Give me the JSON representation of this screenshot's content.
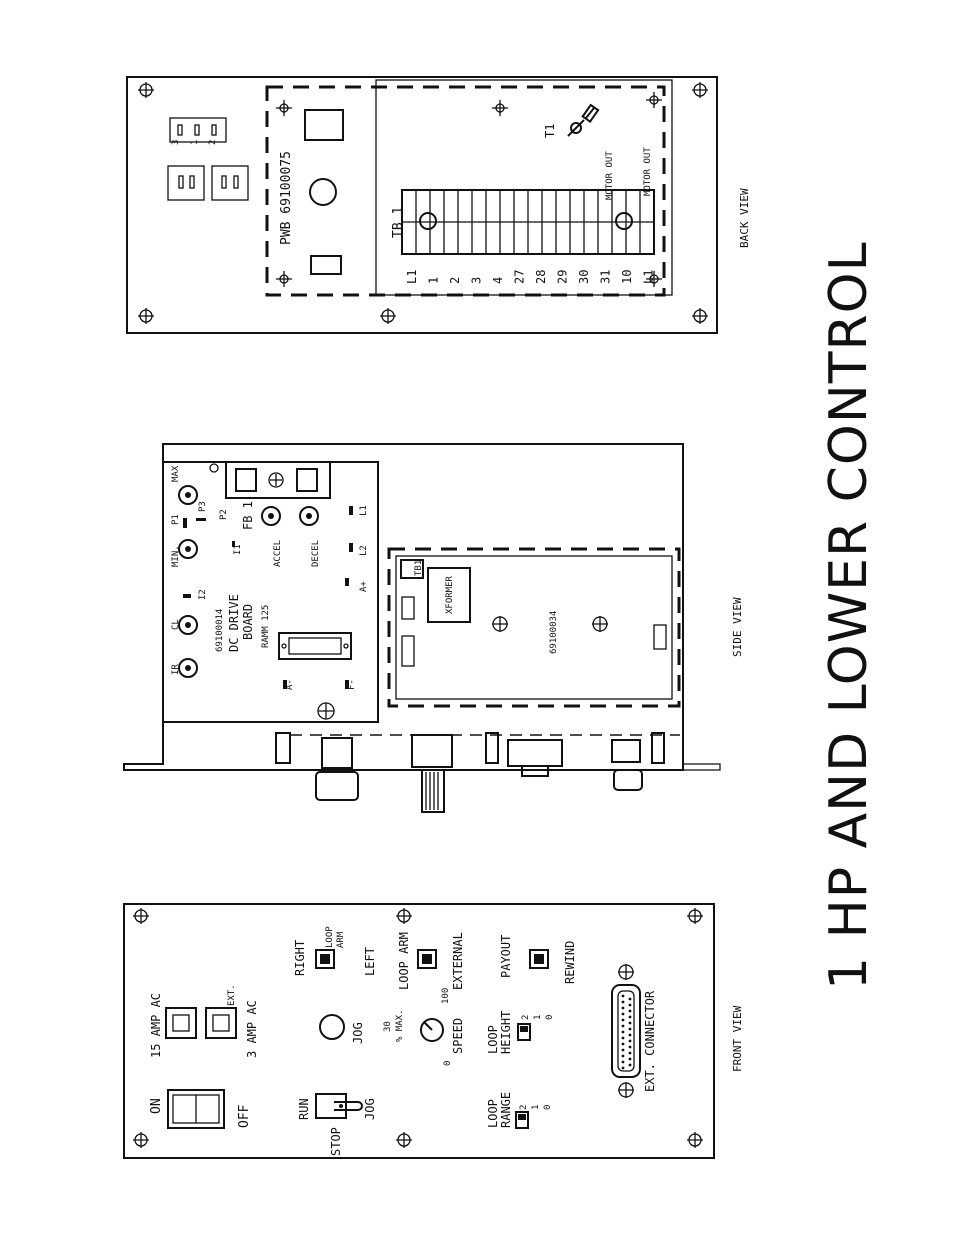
{
  "title": "1 HP AND LOWER CONTROL",
  "views": {
    "front": "FRONT VIEW",
    "side": "SIDE VIEW",
    "back": "BACK VIEW"
  },
  "front_panel": {
    "power_on": "ON",
    "power_off": "OFF",
    "fuse_main": "15 AMP AC",
    "fuse_ext_tag": "EXT.",
    "fuse_ext": "3 AMP AC",
    "run": "RUN",
    "stop": "STOP",
    "jog_switch": "JOG",
    "jog_button": "JOG",
    "speed_30": "30",
    "speed_max": "% MAX.",
    "speed_100": "100",
    "speed_0": "0",
    "speed": "SPEED",
    "right": "RIGHT",
    "left": "LEFT",
    "loop_arm_1": "LOOP",
    "loop_arm_2": "ARM",
    "loop_arm": "LOOP ARM",
    "external": "EXTERNAL",
    "payout": "PAYOUT",
    "rewind": "REWIND",
    "loop_height_1": "LOOP",
    "loop_height_2": "HEIGHT",
    "loop_range_1": "LOOP",
    "loop_range_2": "RANGE",
    "pos_2": "2",
    "pos_1": "1",
    "pos_0": "0",
    "connector": "EXT. CONNECTOR"
  },
  "side_panel": {
    "max": "MAX",
    "p1": "P1",
    "p3": "P3",
    "p2": "P2",
    "min": "MIN.",
    "i2": "I2",
    "i1": "I1",
    "fb1": "FB 1",
    "cl": "CL",
    "ir": "IR",
    "board_num": "69100014",
    "board_1": "DC DRIVE",
    "board_2": "BOARD",
    "board_3": "RAMM 125",
    "accel": "ACCEL",
    "decel": "DECEL",
    "l1": "L1",
    "l2": "L2",
    "a_plus": "A+",
    "a_minus": "A-",
    "f_minus": "F-",
    "xformer": "XFORMER",
    "tb1": "TB1",
    "xformer_board": "69100034"
  },
  "back_panel": {
    "pwb": "PWB 69100075",
    "tb_label": "TB 1",
    "t1": "T1",
    "motor_out_1": "MOTOR OUT",
    "motor_out_2": "MOTOR OUT",
    "jack_3": "3",
    "jack_1": "1",
    "jack_2": "2",
    "terminals": [
      "L1",
      "1",
      "2",
      "3",
      "4",
      "27",
      "28",
      "29",
      "30",
      "31",
      "10",
      "L1"
    ]
  }
}
